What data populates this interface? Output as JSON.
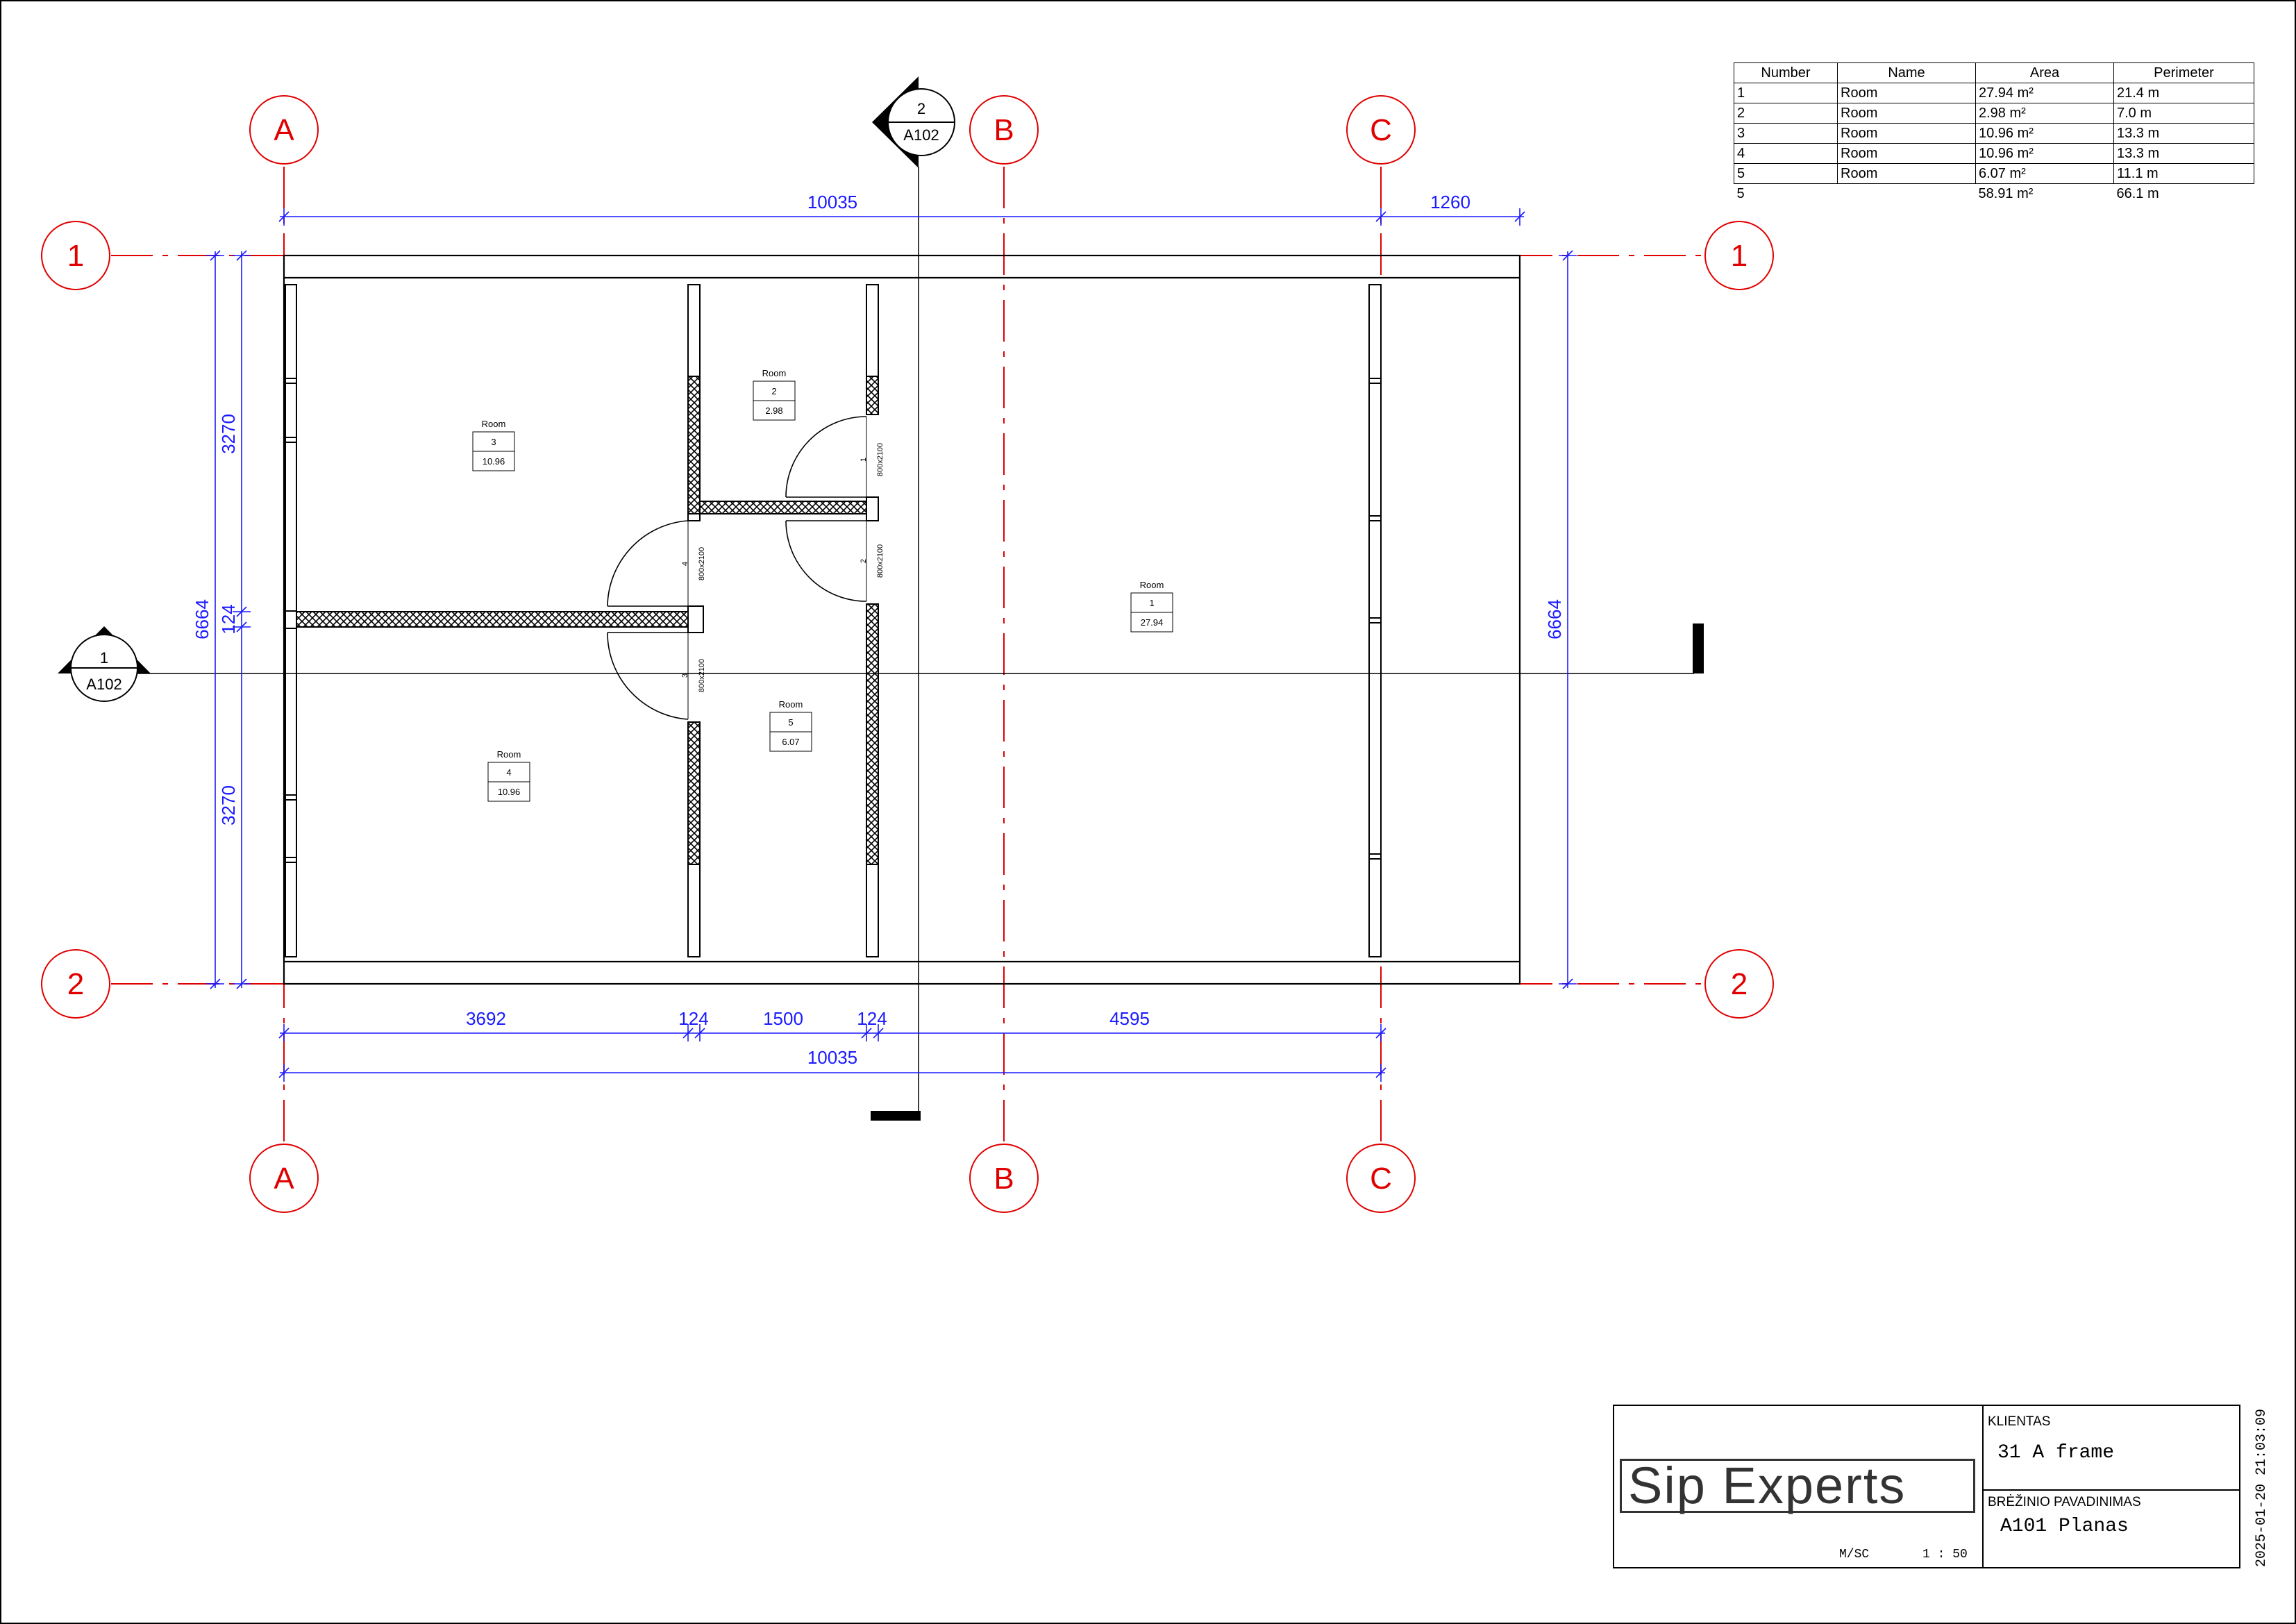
{
  "grid": {
    "columns": [
      "A",
      "B",
      "C"
    ],
    "rows": [
      "1",
      "2"
    ]
  },
  "sections": [
    {
      "number": "1",
      "sheet": "A102"
    },
    {
      "number": "2",
      "sheet": "A102"
    }
  ],
  "dimensions": {
    "top_total": "10035",
    "top_extension": "1260",
    "left_total": "6664",
    "left_upper": "3270",
    "left_wall": "124",
    "left_lower": "3270",
    "right_total": "6664",
    "bottom_segments": [
      "3692",
      "124",
      "1500",
      "124",
      "4595"
    ],
    "bottom_total": "10035"
  },
  "rooms": [
    {
      "name": "Room",
      "number": "1",
      "area": "27.94"
    },
    {
      "name": "Room",
      "number": "2",
      "area": "2.98"
    },
    {
      "name": "Room",
      "number": "3",
      "area": "10.96"
    },
    {
      "name": "Room",
      "number": "4",
      "area": "10.96"
    },
    {
      "name": "Room",
      "number": "5",
      "area": "6.07"
    }
  ],
  "doors": [
    {
      "number": "1",
      "size": "800x2100"
    },
    {
      "number": "2",
      "size": "800x2100"
    },
    {
      "number": "3",
      "size": "800x2100"
    },
    {
      "number": "4",
      "size": "800x2100"
    }
  ],
  "schedule": {
    "headers": [
      "Number",
      "Name",
      "Area",
      "Perimeter"
    ],
    "rows": [
      [
        "1",
        "Room",
        "27.94 m²",
        "21.4 m"
      ],
      [
        "2",
        "Room",
        "2.98 m²",
        "7.0 m"
      ],
      [
        "3",
        "Room",
        "10.96 m²",
        "13.3 m"
      ],
      [
        "4",
        "Room",
        "10.96 m²",
        "13.3 m"
      ],
      [
        "5",
        "Room",
        "6.07 m²",
        "11.1 m"
      ]
    ],
    "total": [
      "5",
      "",
      "58.91 m²",
      "66.1 m"
    ]
  },
  "title_block": {
    "logo": "Sip Experts",
    "client_label": "KLIENTAS",
    "client_value": "31 A frame",
    "drawing_label": "BRĖŽINIO PAVADINIMAS",
    "drawing_value": "A101 Planas",
    "scale_label": "M/SC",
    "scale_value": "1 : 50",
    "timestamp": "2025-01-20 21:03:09"
  },
  "colors": {
    "grid": "#e00000",
    "dimension": "#1a1aff",
    "wall": "#000000"
  }
}
